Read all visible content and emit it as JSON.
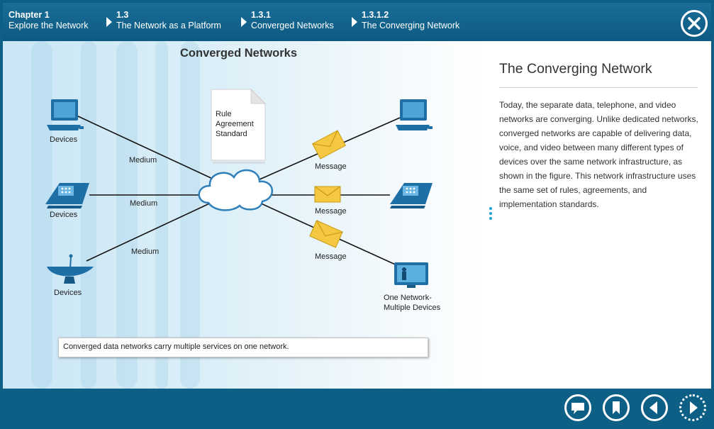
{
  "breadcrumbs": [
    {
      "number": "Chapter 1",
      "title": "Explore the Network"
    },
    {
      "number": "1.3",
      "title": "The Network as a Platform"
    },
    {
      "number": "1.3.1",
      "title": "Converged Networks"
    },
    {
      "number": "1.3.1.2",
      "title": "The Converging Network"
    }
  ],
  "figure": {
    "title": "Converged Networks",
    "device_labels": [
      "Devices",
      "Devices",
      "Devices"
    ],
    "medium_labels": [
      "Medium",
      "Medium",
      "Medium"
    ],
    "message_labels": [
      "Message",
      "Message",
      "Message"
    ],
    "document_lines": [
      "Rule",
      "Agreement",
      "Standard"
    ],
    "destination_label_lines": [
      "One Network-",
      "Multiple Devices"
    ],
    "caption": "Converged data networks carry multiple services on one network."
  },
  "side_panel": {
    "title": "The Converging Network",
    "paragraph": "Today, the separate data, telephone, and video networks are converging. Unlike dedicated networks, converged networks are capable of delivering data, voice, and video between many different types of devices over the same network infrastructure, as shown in the figure. This network infrastructure uses the same set of rules, agreements, and implementation standards."
  },
  "icons": {
    "close": "close-icon",
    "comment": "comment-icon",
    "bookmark": "bookmark-icon",
    "previous": "previous-icon",
    "next": "next-icon"
  },
  "colors": {
    "header_bg": "#0d5f86",
    "device_blue": "#1e6fa6",
    "envelope": "#f5c842"
  }
}
